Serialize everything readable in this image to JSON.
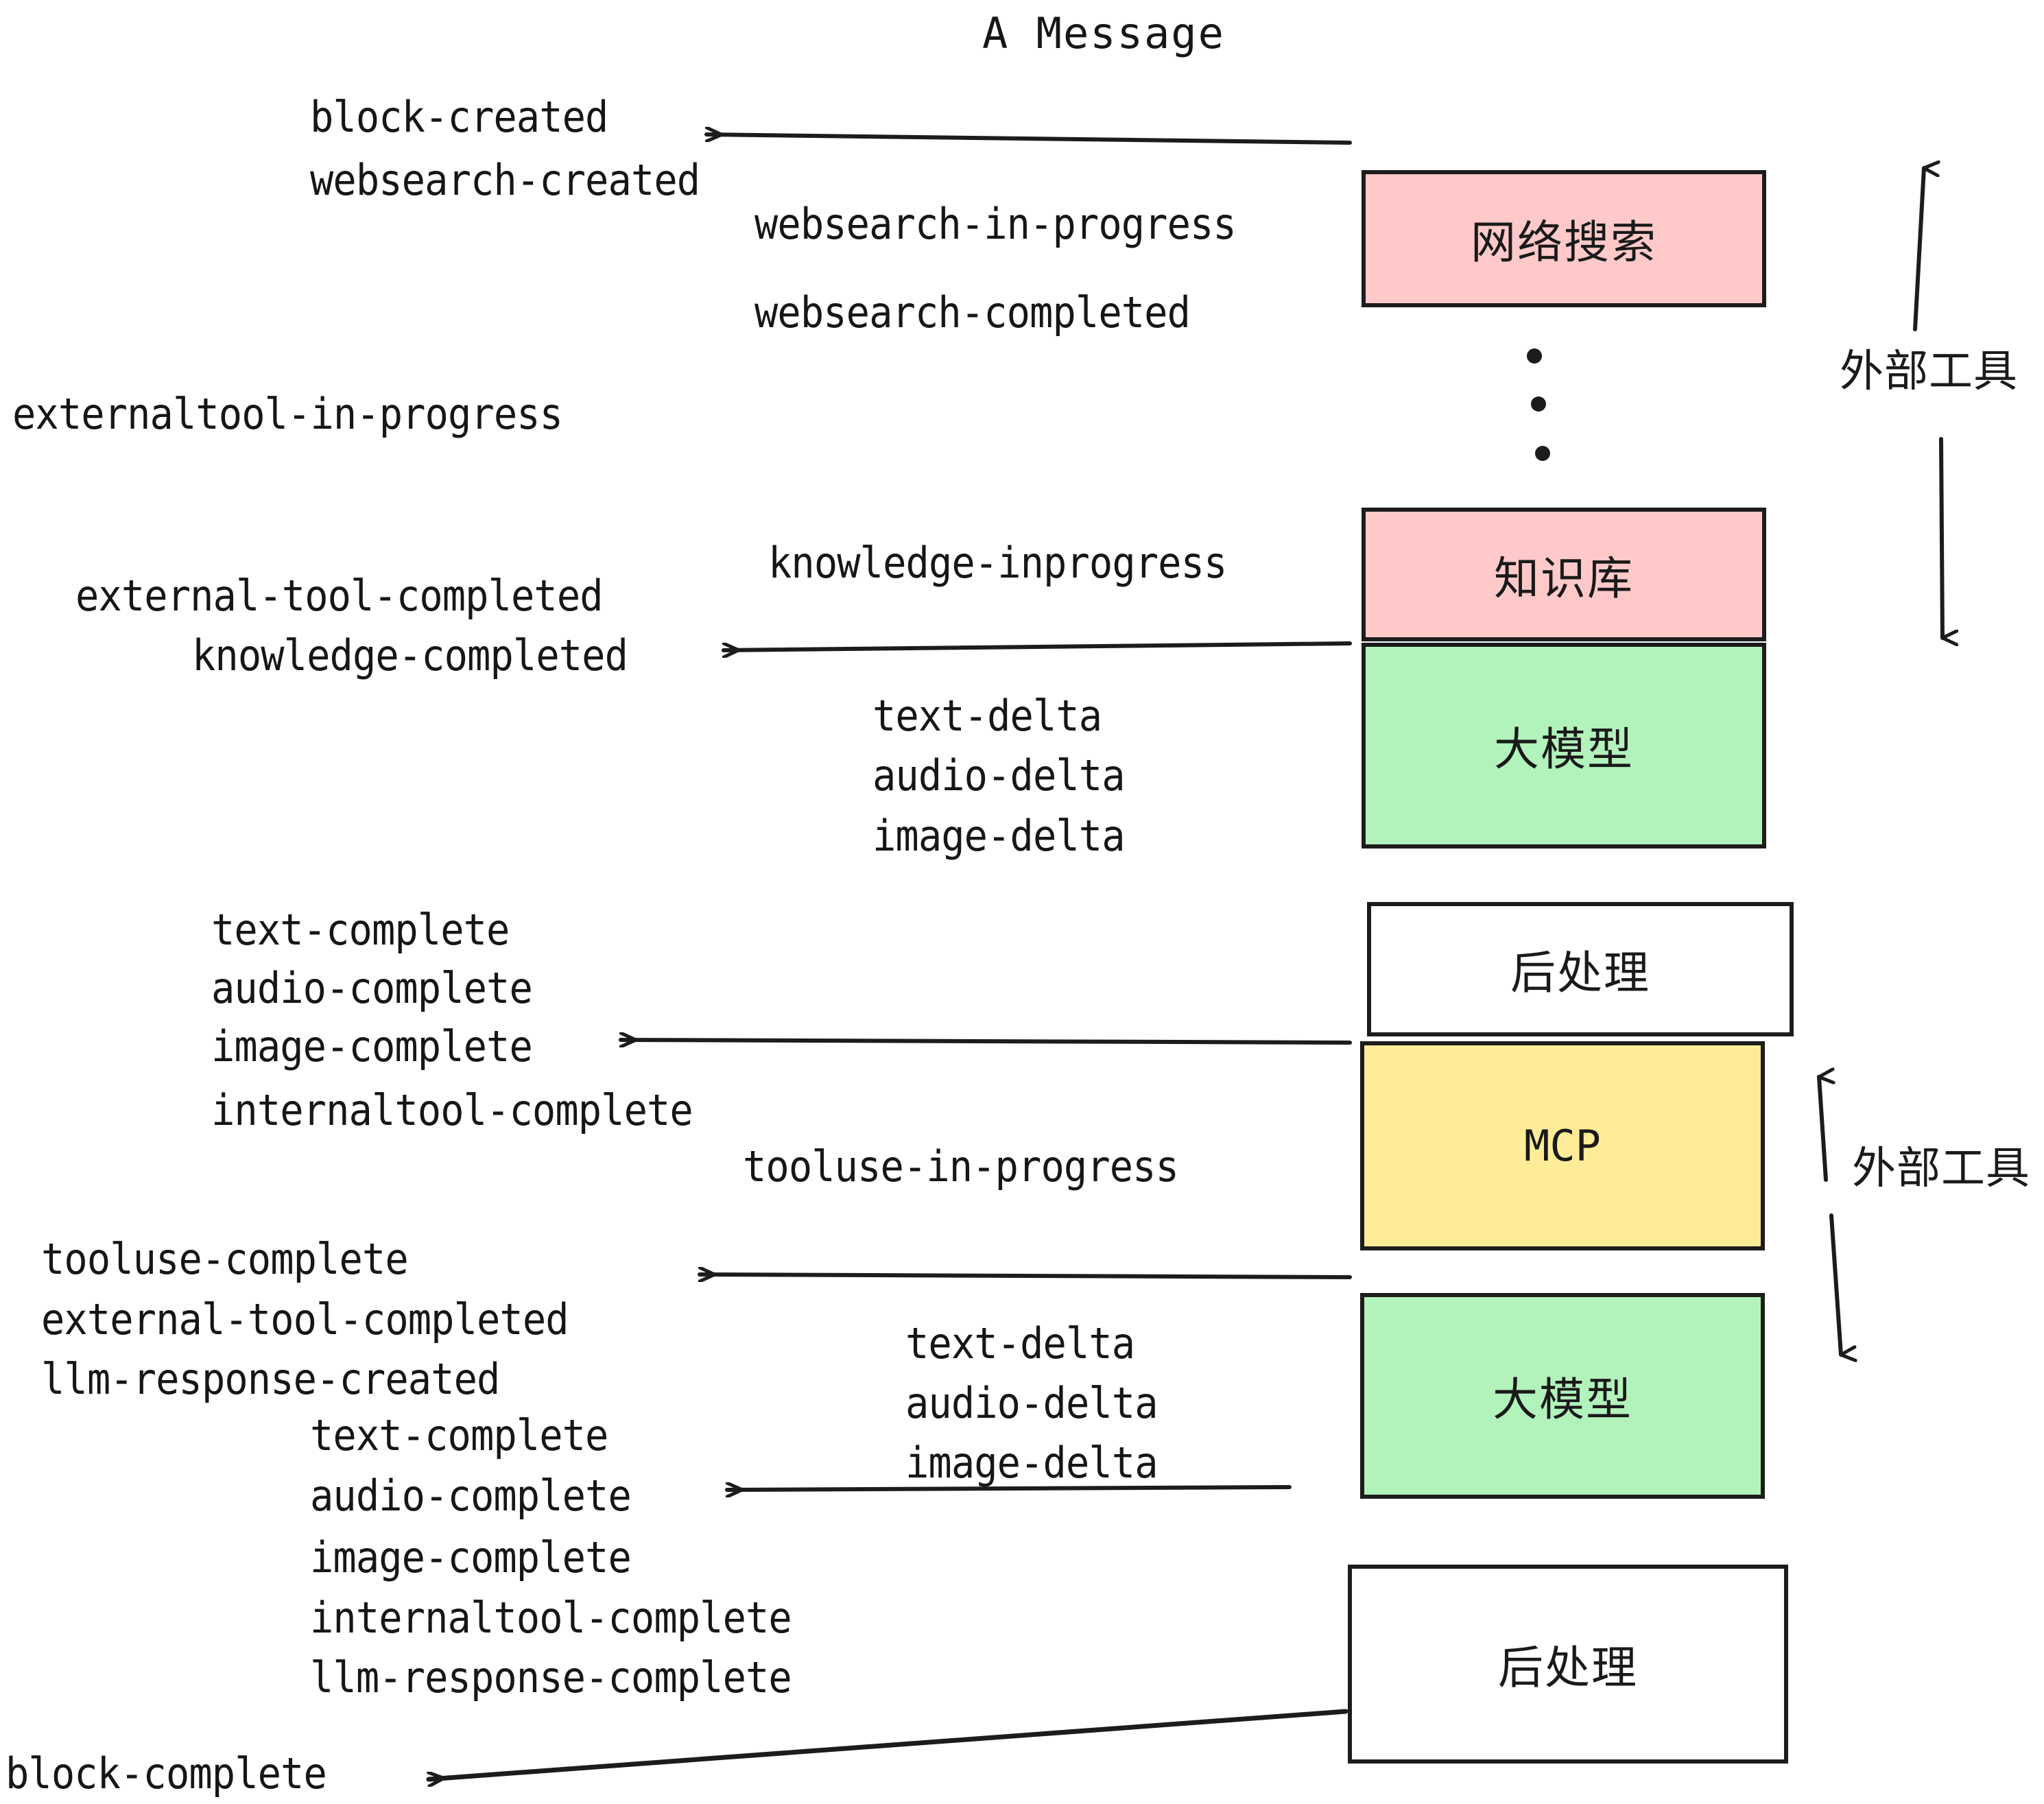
{
  "title": "A Message",
  "colors": {
    "pink": "#ffc9c9",
    "green": "#b2f2bb",
    "yellow": "#ffec99",
    "white": "#ffffff",
    "stroke": "#1c1c1c",
    "text": "#161616"
  },
  "boxes": [
    {
      "id": "websearch",
      "label": "网络搜索",
      "fill": "pink"
    },
    {
      "id": "knowledge",
      "label": "知识库",
      "fill": "pink"
    },
    {
      "id": "llm-top",
      "label": "大模型",
      "fill": "green"
    },
    {
      "id": "post-top",
      "label": "后处理",
      "fill": "white"
    },
    {
      "id": "mcp",
      "label": "MCP",
      "fill": "yellow"
    },
    {
      "id": "llm-bottom",
      "label": "大模型",
      "fill": "green"
    },
    {
      "id": "post-bottom",
      "label": "后处理",
      "fill": "white"
    }
  ],
  "side_labels": {
    "external_tool_top": "外部工具",
    "external_tool_bottom": "外部工具"
  },
  "events": {
    "block_created": "block-created",
    "websearch_created": "websearch-created",
    "websearch_in_progress": "websearch-in-progress",
    "websearch_completed": "websearch-completed",
    "externaltool_in_progress": "externaltool-in-progress",
    "knowledge_inprogress": "knowledge-inprogress",
    "external_tool_completed_1": "external-tool-completed",
    "knowledge_completed": "knowledge-completed",
    "text_delta_1": "text-delta",
    "audio_delta_1": "audio-delta",
    "image_delta_1": "image-delta",
    "text_complete_1": "text-complete",
    "audio_complete_1": "audio-complete",
    "image_complete_1": "image-complete",
    "internaltool_complete_1": "internaltool-complete",
    "tooluse_in_progress": "tooluse-in-progress",
    "tooluse_complete": "tooluse-complete",
    "external_tool_completed_2": "external-tool-completed",
    "llm_response_created": "llm-response-created",
    "text_delta_2": "text-delta",
    "audio_delta_2": "audio-delta",
    "image_delta_2": "image-delta",
    "text_complete_2": "text-complete",
    "audio_complete_2": "audio-complete",
    "image_complete_2": "image-complete",
    "internaltool_complete_2": "internaltool-complete",
    "llm_response_complete": "llm-response-complete",
    "block_complete": "block-complete"
  }
}
